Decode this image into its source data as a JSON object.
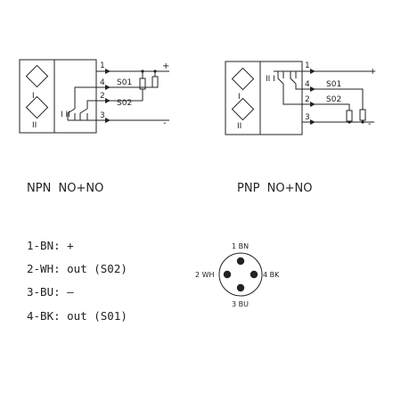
{
  "npn": {
    "caption": "NPN  NO+NO",
    "channel_1": "I",
    "channel_2": "II",
    "switch_label": "I  II",
    "pins": [
      "1",
      "4",
      "2",
      "3"
    ],
    "out_1": "S01",
    "out_2": "S02",
    "plus": "+",
    "minus": "-"
  },
  "pnp": {
    "caption": "PNP  NO+NO",
    "channel_1": "I",
    "channel_2": "II",
    "switch_label": "II   I",
    "pins": [
      "1",
      "4",
      "2",
      "3"
    ],
    "out_1": "S01",
    "out_2": "S02",
    "plus": "+",
    "minus": "-"
  },
  "pinout": [
    "1-BN: +",
    "2-WH: out (S02)",
    "3-BU: –",
    "4-BK: out (S01)"
  ],
  "connector": {
    "pin_top": "1 BN",
    "pin_left": "2 WH",
    "pin_right": "4 BK",
    "pin_bottom": "3 BU"
  },
  "colors": {
    "line": "#222222"
  }
}
